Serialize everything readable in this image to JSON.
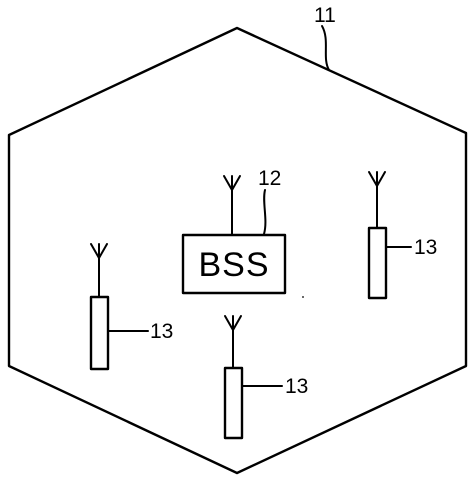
{
  "figure": {
    "cell_ref": "11",
    "bss_ref": "12",
    "bss_label": "BSS",
    "station_refs": [
      "13",
      "13",
      "13"
    ]
  },
  "colors": {
    "ink": "#000000",
    "background": "#ffffff"
  },
  "icons": {
    "antenna": "antenna-icon"
  }
}
